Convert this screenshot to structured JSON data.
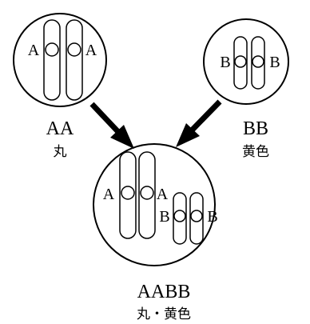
{
  "parent_left": {
    "genotype": "AA",
    "phenotype": "丸",
    "gene_left": "A",
    "gene_right": "A"
  },
  "parent_right": {
    "genotype": "BB",
    "phenotype": "黄色",
    "gene_left": "B",
    "gene_right": "B"
  },
  "offspring": {
    "genotype": "AABB",
    "phenotype": "丸・黄色",
    "gene_a_left": "A",
    "gene_a_right": "A",
    "gene_b_left": "B",
    "gene_b_right": "B"
  }
}
